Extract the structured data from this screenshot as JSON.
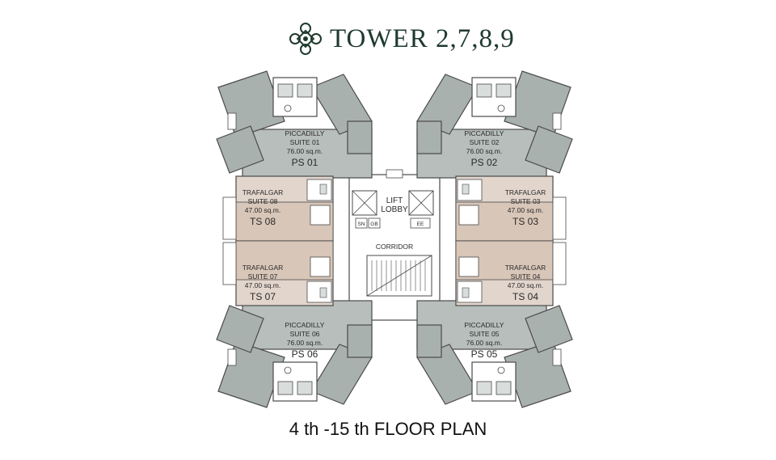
{
  "title": "TOWER 2,7,8,9",
  "footer": "4 th -15 th FLOOR PLAN",
  "colors": {
    "title": "#1f3a2e",
    "piccadilly": "#b7bebc",
    "piccadilly_room": "#a9b1af",
    "trafalgar_light": "#e2d5cc",
    "trafalgar_dark": "#cfb4a0",
    "core": "#ffffff",
    "wall": "#4a4a4a"
  },
  "core": {
    "lift_lobby_line1": "LIFT",
    "lift_lobby_line2": "LOBBY",
    "corridor": "CORRIDOR",
    "sn": "SN",
    "gb": "GB",
    "ee": "EE"
  },
  "units": {
    "ps01": {
      "name": "PICCADILLY",
      "suite": "SUITE 01",
      "area": "76.00 sq.m.",
      "code": "PS 01"
    },
    "ps02": {
      "name": "PICCADILLY",
      "suite": "SUITE 02",
      "area": "76.00 sq.m.",
      "code": "PS 02"
    },
    "ps05": {
      "name": "PICCADILLY",
      "suite": "SUITE 05",
      "area": "76.00 sq.m.",
      "code": "PS 05"
    },
    "ps06": {
      "name": "PICCADILLY",
      "suite": "SUITE 06",
      "area": "76.00 sq.m.",
      "code": "PS 06"
    },
    "ts03": {
      "name": "TRAFALGAR",
      "suite": "SUITE 03",
      "area": "47.00 sq.m.",
      "code": "TS 03"
    },
    "ts04": {
      "name": "TRAFALGAR",
      "suite": "SUITE 04",
      "area": "47.00 sq.m.",
      "code": "TS 04"
    },
    "ts07": {
      "name": "TRAFALGAR",
      "suite": "SUITE 07",
      "area": "47.00 sq.m.",
      "code": "TS 07"
    },
    "ts08": {
      "name": "TRAFALGAR",
      "suite": "SUITE 08",
      "area": "47.00 sq.m.",
      "code": "TS 08"
    }
  }
}
